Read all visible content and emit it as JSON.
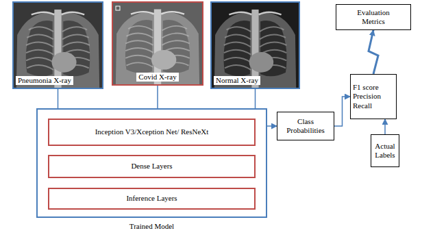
{
  "diagram": {
    "nodes": [
      {
        "text": [
          "Pneumonia X-ray"
        ]
      },
      {
        "text": [
          "Covid X-ray"
        ]
      },
      {
        "text": [
          "Normal X-ray"
        ]
      },
      {
        "text": [
          "Evaluation Metrics"
        ]
      },
      {
        "text": [
          "F1 score Precision Recall"
        ]
      },
      {
        "text": [
          "Trained Model"
        ]
      },
      {
        "text": [
          "Inception V3/Xception Net/ ResNeXt"
        ],
        "in": 5
      },
      {
        "text": [
          "Dense Layers"
        ],
        "in": 5
      },
      {
        "text": [
          "Inference Layers"
        ],
        "in": 5
      },
      {
        "text": [
          "Class Probabilities"
        ]
      },
      {
        "text": [
          "Actual Labels"
        ]
      }
    ],
    "edges": [
      {
        "from": 0,
        "to": 5,
        "arrow": "none"
      },
      {
        "from": 1,
        "to": 5,
        "arrow": "none"
      },
      {
        "from": 2,
        "to": 5,
        "arrow": "none"
      },
      {
        "from": 5,
        "to": 9,
        "arrow": "to"
      },
      {
        "from": 9,
        "to": 4,
        "arrow": "to"
      },
      {
        "from": 10,
        "to": 4,
        "arrow": "to"
      },
      {
        "from": 4,
        "to": 3,
        "arrow": "to"
      }
    ]
  }
}
